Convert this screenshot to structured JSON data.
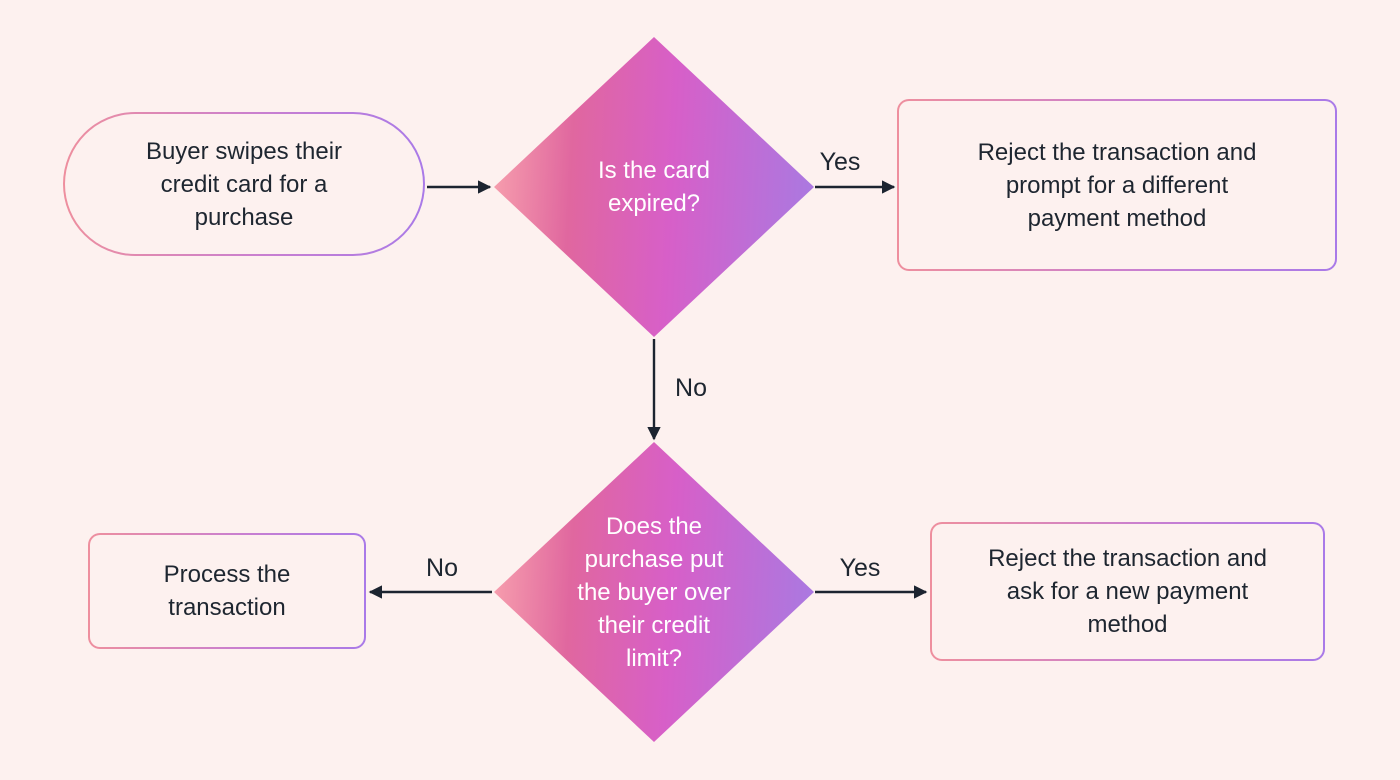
{
  "canvas": {
    "background": "#fdf1ef",
    "arrow_color": "#1c2430",
    "text_color": "#1e2630",
    "decision_text_color": "#ffffff",
    "node_border_gradient": [
      "#ee8f9e",
      "#a97ae8"
    ],
    "decision_gradient": [
      "#f8a2ae",
      "#d75fc8",
      "#a87ae2"
    ]
  },
  "nodes": {
    "start": {
      "shape": "terminator",
      "lines": [
        "Buyer swipes their",
        "credit card for a",
        "purchase"
      ],
      "text": "Buyer swipes their credit card for a purchase"
    },
    "card_expired": {
      "shape": "decision",
      "lines": [
        "Is the card",
        "expired?"
      ],
      "text": "Is the card expired?"
    },
    "reject_prompt": {
      "shape": "process",
      "lines": [
        "Reject the transaction and",
        "prompt for a different",
        "payment method"
      ],
      "text": "Reject the transaction and prompt for a different payment method"
    },
    "credit_limit": {
      "shape": "decision",
      "lines": [
        "Does the",
        "purchase put",
        "the buyer over",
        "their credit",
        "limit?"
      ],
      "text": "Does the purchase put the buyer over their credit limit?"
    },
    "process_transaction": {
      "shape": "process",
      "lines": [
        "Process the",
        "transaction"
      ],
      "text": "Process the transaction"
    },
    "reject_ask": {
      "shape": "process",
      "lines": [
        "Reject the transaction and",
        "ask for a new payment",
        "method"
      ],
      "text": "Reject the transaction and ask for a new payment method"
    }
  },
  "edges": {
    "start_to_expired": {
      "label": ""
    },
    "expired_yes": {
      "label": "Yes"
    },
    "expired_no": {
      "label": "No"
    },
    "limit_no": {
      "label": "No"
    },
    "limit_yes": {
      "label": "Yes"
    }
  }
}
